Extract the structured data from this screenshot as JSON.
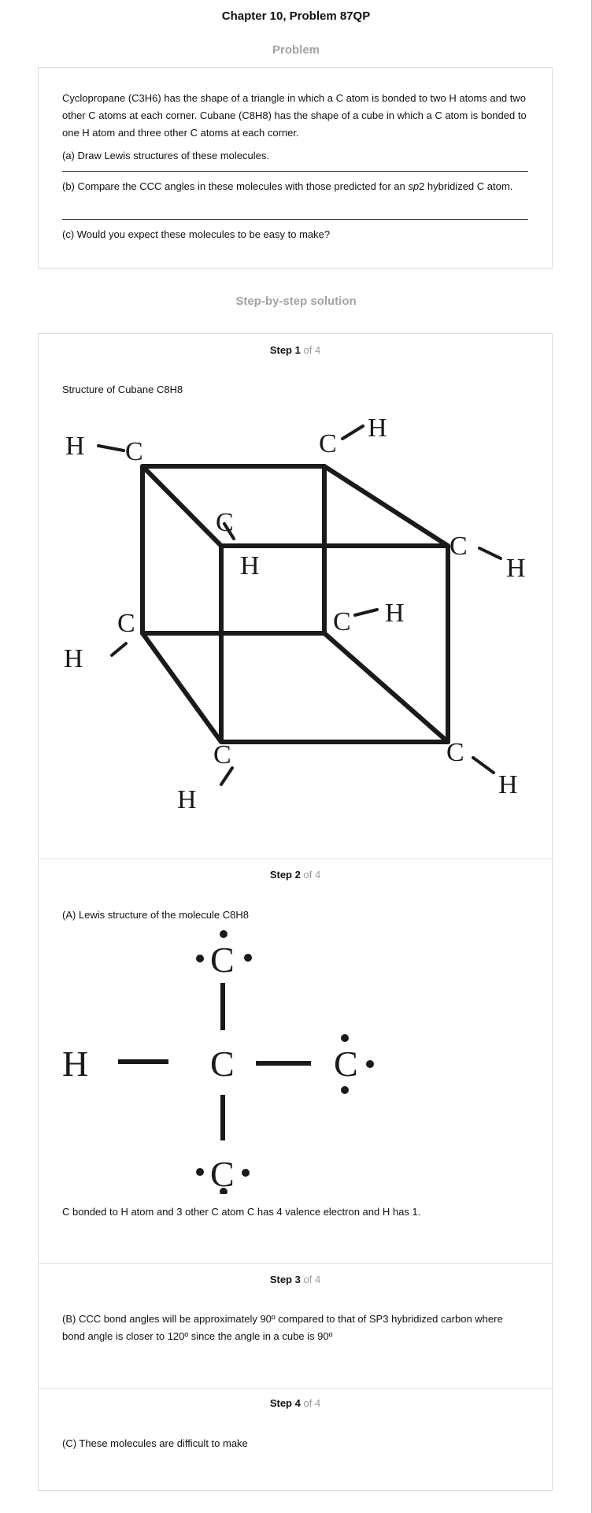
{
  "page_title": "Chapter 10, Problem 87QP",
  "problem": {
    "heading": "Problem",
    "intro": "Cyclopropane (C3H6) has the shape of a triangle in which a C atom is bonded to two H atoms and two other C atoms at each corner. Cubane (C8H8) has the shape of a cube in which a C atom is bonded to one H atom and three other C atoms at each corner.",
    "part_a": "(a) Draw Lewis structures of these molecules.",
    "part_b_before": "(b) Compare the CCC angles in these molecules with those predicted for an ",
    "part_b_italic": "sp",
    "part_b_after": "2 hybridized C atom.",
    "part_c": "(c) Would you expect these molecules to be easy to make?"
  },
  "solution": {
    "heading": "Step-by-step solution",
    "step_word": "Step",
    "of_label": "of 4",
    "steps": [
      {
        "number": "1",
        "text": "Structure of Cubane C8H8",
        "figure_atoms": {
          "carbon": "C",
          "hydrogen": "H"
        }
      },
      {
        "number": "2",
        "text": "(A) Lewis structure of the molecule C8H8",
        "footer": "C bonded to H atom and 3 other C atom C has 4 valence electron and H has 1.",
        "figure_atoms": {
          "carbon": "C",
          "hydrogen": "H"
        }
      },
      {
        "number": "3",
        "text": "(B) CCC bond angles will be approximately 90º compared to that of SP3 hybridized carbon where bond angle is closer to 120º since the angle in a cube is 90º"
      },
      {
        "number": "4",
        "text": "(C) These molecules are difficult to make"
      }
    ]
  }
}
